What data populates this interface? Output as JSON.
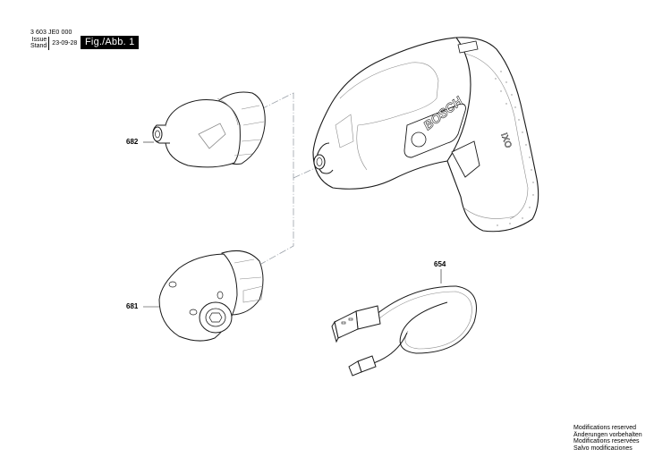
{
  "header": {
    "document_number": "3 603 JE0 000",
    "issue_label": "Issue",
    "stand_label": "Stand",
    "issue_date": "23-09-28",
    "figure_label": "Fig./Abb. 1"
  },
  "parts": [
    {
      "number": "682",
      "description": "screwdriver attachment (straight)"
    },
    {
      "number": "681",
      "description": "angle attachment"
    },
    {
      "number": "654",
      "description": "USB cable"
    }
  ],
  "product": {
    "brand_text": "BOSCH",
    "model_mark": "IXO"
  },
  "footer": {
    "modifications": [
      "Modifications reserved",
      "Änderungen vorbehalten",
      "Modifications reservées",
      "Salvo modificaciones"
    ]
  },
  "colors": {
    "line": "#1a1a1a",
    "thin_line": "#8a8a8a",
    "leader_dash": "#9aa0a8",
    "label_bg": "#000000",
    "label_text": "#ffffff"
  }
}
